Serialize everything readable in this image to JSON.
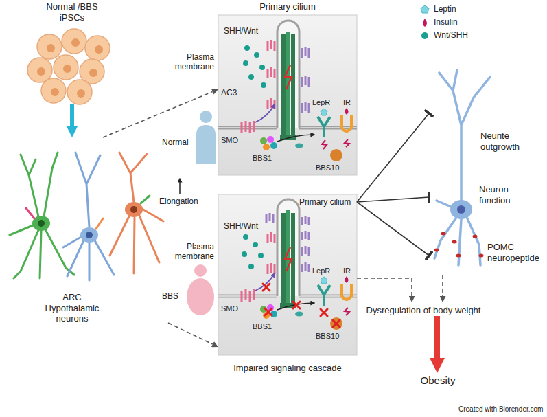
{
  "diagram": {
    "nodes": [
      {
        "text": [
          "Normal /BBS iPSCs"
        ]
      },
      {
        "text": [
          "ARC Hypothalamic neurons"
        ]
      },
      {
        "text": [
          "Primary cilium"
        ]
      },
      {
        "text": [
          "Impaired signaling cascade"
        ]
      },
      {
        "text": [
          "Neurite outgrowth",
          "Neuron function",
          "POMC neuropeptide"
        ]
      },
      {
        "text": [
          "Dysregulation of body weight"
        ]
      },
      {
        "text": [
          "Obesity"
        ]
      }
    ],
    "edges": [
      {
        "from": 0,
        "to": 1,
        "arrow": "to"
      },
      {
        "from": 1,
        "to": 2,
        "arrow": "to"
      },
      {
        "from": 1,
        "to": 3,
        "arrow": "to"
      },
      {
        "from": 3,
        "to": 4,
        "arrow": "to"
      },
      {
        "from": 3,
        "to": 4,
        "arrow": "to"
      },
      {
        "from": 3,
        "to": 4,
        "arrow": "to"
      },
      {
        "from": 4,
        "to": 5,
        "arrow": "to"
      },
      {
        "from": 3,
        "to": 5,
        "arrow": "to"
      },
      {
        "from": 5,
        "to": 6,
        "arrow": "to"
      }
    ],
    "labels": [
      "SHH/Wnt",
      "AC3",
      "Plasma membrane",
      "SMO",
      "LepR",
      "IR",
      "BBS1",
      "BBS10",
      "Normal",
      "Elongation",
      "Primary cilium",
      "SHH/Wnt",
      "Plasma membrane",
      "SMO",
      "LepR",
      "IR",
      "BBS1",
      "BBS10",
      "BBS",
      "Created with Biorender.com"
    ],
    "legend": [
      {
        "text": "Leptin"
      },
      {
        "text": "Insulin"
      },
      {
        "text": "Wnt/SHH"
      }
    ]
  }
}
